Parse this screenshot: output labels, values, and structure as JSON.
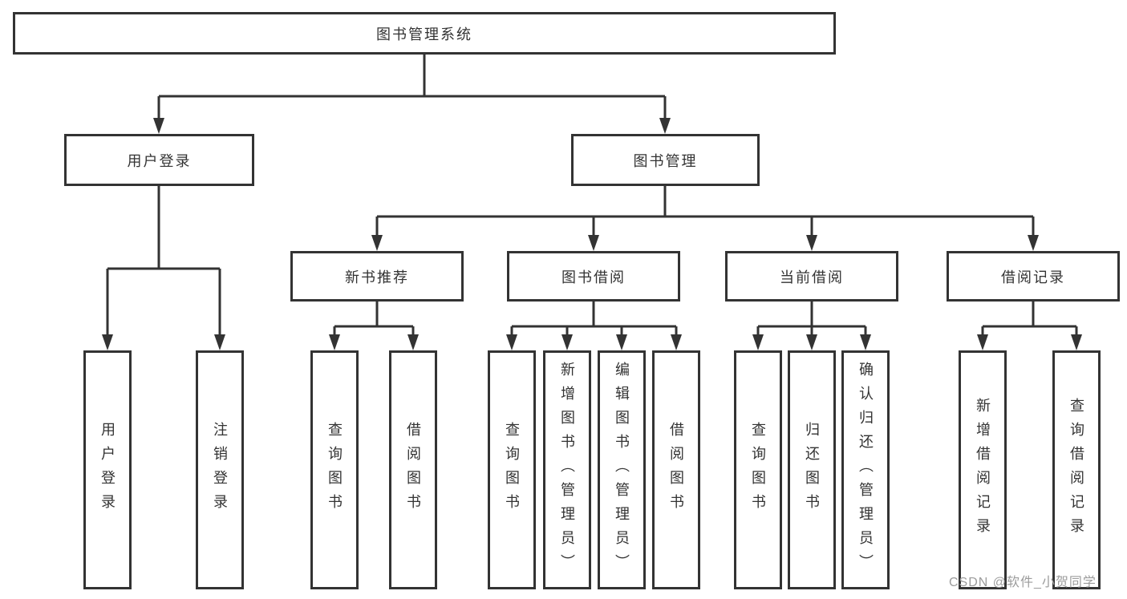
{
  "diagram": {
    "root": "图书管理系统",
    "user_login": {
      "label": "用户登录",
      "children": [
        "用户登录",
        "注销登录"
      ]
    },
    "book_management": {
      "label": "图书管理",
      "sections": [
        {
          "label": "新书推荐",
          "children": [
            "查询图书",
            "借阅图书"
          ]
        },
        {
          "label": "图书借阅",
          "children": [
            "查询图书",
            "新增图书（管理员）",
            "编辑图书（管理员）",
            "借阅图书"
          ]
        },
        {
          "label": "当前借阅",
          "children": [
            "查询图书",
            "归还图书",
            "确认归还（管理员）"
          ]
        },
        {
          "label": "借阅记录",
          "children": [
            "新增借阅记录",
            "查询借阅记录"
          ]
        }
      ]
    }
  },
  "watermark": "CSDN @软件_小贺同学",
  "colors": {
    "line": "#333333",
    "text": "#333333",
    "watermark": "#9c9c9c",
    "background": "#ffffff"
  }
}
